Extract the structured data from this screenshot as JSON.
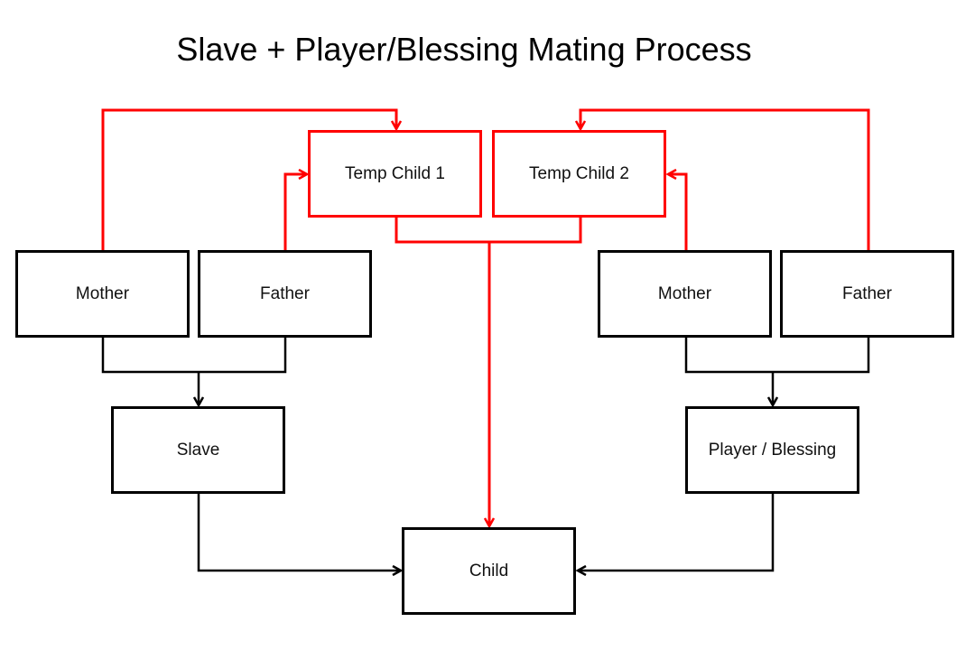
{
  "title": "Slave + Player/Blessing Mating Process",
  "nodes": {
    "temp_child_1": "Temp Child 1",
    "temp_child_2": "Temp Child 2",
    "mother_left": "Mother",
    "father_left": "Father",
    "mother_right": "Mother",
    "father_right": "Father",
    "slave": "Slave",
    "player_blessing": "Player / Blessing",
    "child": "Child"
  },
  "colors": {
    "temp_path": "#ff0000",
    "direct_path": "#000000"
  }
}
